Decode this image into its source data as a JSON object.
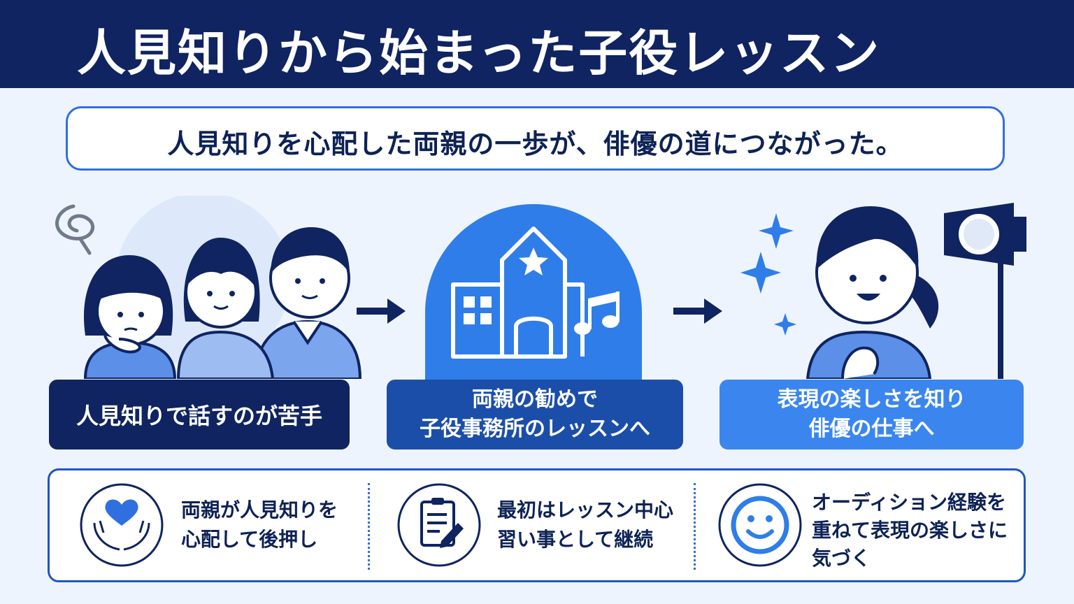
{
  "header": {
    "title": "人見知りから始まった子役レッスン"
  },
  "bubble": {
    "text": "人見知りを心配した両親の一歩が、俳優の道につながった。"
  },
  "steps": [
    {
      "lines": [
        "人見知りで話すのが苦手"
      ]
    },
    {
      "lines": [
        "両親の勧めで",
        "子役事務所のレッスンへ"
      ]
    },
    {
      "lines": [
        "表現の楽しさを知り",
        "俳優の仕事へ"
      ]
    }
  ],
  "features": [
    {
      "icon": "heart-hands-icon",
      "lines": [
        "両親が人見知りを",
        "心配して後押し"
      ]
    },
    {
      "icon": "clipboard-pencil-icon",
      "lines": [
        "最初はレッスン中心",
        "習い事として継続"
      ]
    },
    {
      "icon": "smiley-face-icon",
      "lines": [
        "オーディション経験を",
        "重ねて表現の楽しさに",
        "気づく"
      ]
    }
  ],
  "colors": {
    "navy": "#0f2460",
    "mid_blue": "#1b4ea8",
    "accent_blue": "#3a86ee",
    "background": "#eef4fd"
  }
}
